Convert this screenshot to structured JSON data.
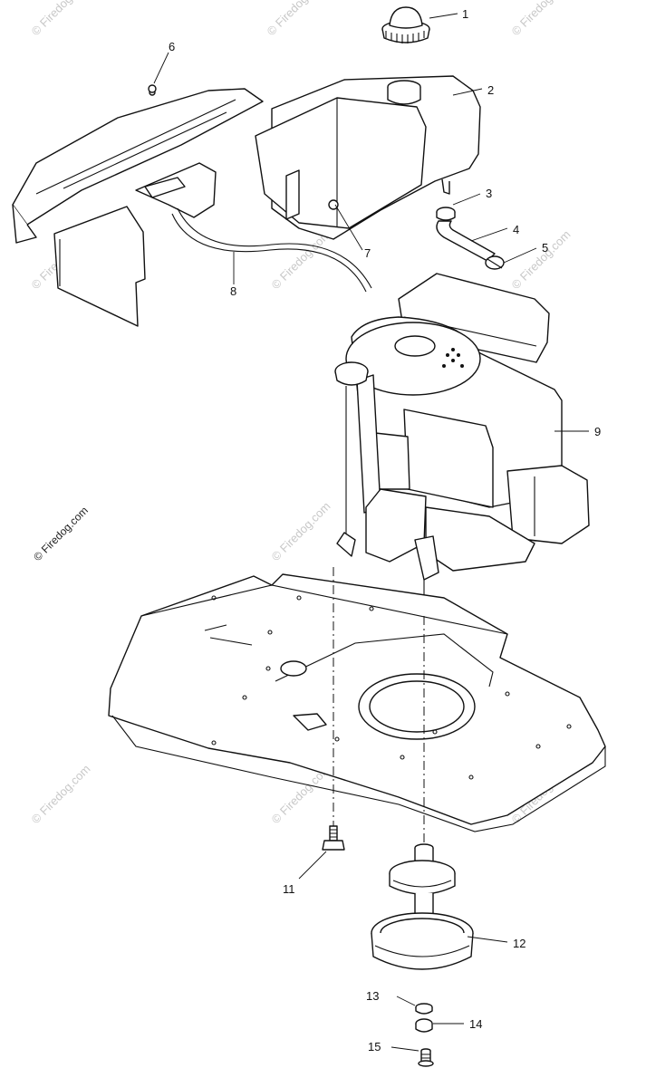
{
  "watermark": "© Firedog.com",
  "callouts": [
    {
      "id": "1",
      "label": "1"
    },
    {
      "id": "2",
      "label": "2"
    },
    {
      "id": "3",
      "label": "3"
    },
    {
      "id": "4",
      "label": "4"
    },
    {
      "id": "5",
      "label": "5"
    },
    {
      "id": "6",
      "label": "6"
    },
    {
      "id": "7",
      "label": "7"
    },
    {
      "id": "8",
      "label": "8"
    },
    {
      "id": "9",
      "label": "9"
    },
    {
      "id": "11",
      "label": "11"
    },
    {
      "id": "12",
      "label": "12"
    },
    {
      "id": "13",
      "label": "13"
    },
    {
      "id": "14",
      "label": "14"
    },
    {
      "id": "15",
      "label": "15"
    }
  ],
  "parts": [
    "fuel-cap",
    "fuel-tank",
    "hose-clamp",
    "fuel-line",
    "hose-clamp",
    "screw",
    "fuel-shutoff-valve",
    "throttle-cable",
    "engine",
    "engine-bolt",
    "pulley",
    "lock-washer",
    "bolt",
    "washer"
  ]
}
